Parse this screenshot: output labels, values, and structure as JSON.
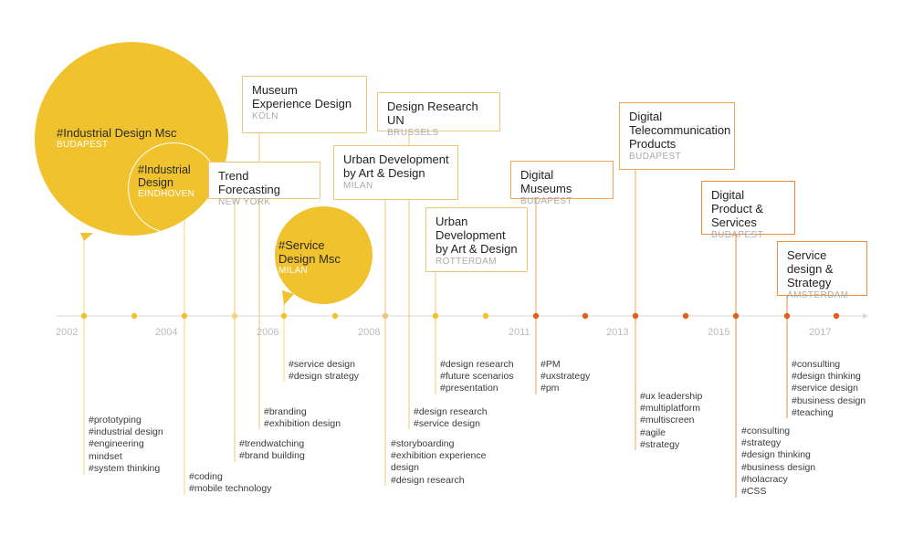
{
  "colors": {
    "yellow": "#F0C22E",
    "yellow_line": "#F5D47A",
    "orange_light": "#F0C47A",
    "orange_mid": "#F0A45A",
    "orange": "#EE8A3A",
    "orange_dark": "#E2601E",
    "axis": "#d8d8d8"
  },
  "years": [
    "2002",
    "2004",
    "2006",
    "2008",
    "2011",
    "2013",
    "2015",
    "2017"
  ],
  "bubbles": [
    {
      "title": "#Industrial Design Msc",
      "place": "BUDAPEST"
    },
    {
      "title": "#Industrial Design",
      "place": "EINDHOVEN"
    },
    {
      "title": "#Service Design Msc",
      "place": "MILAN"
    }
  ],
  "cards": [
    {
      "title": "Museum Experience Design",
      "place": "KÖLN"
    },
    {
      "title": "Design Research UN",
      "place": "BRUSSELS"
    },
    {
      "title": "Trend Forecasting",
      "place": "NEW YORK"
    },
    {
      "title": "Urban Development by Art & Design",
      "place": "MILAN"
    },
    {
      "title": "Urban Development by Art & Design",
      "place": "ROTTERDAM"
    },
    {
      "title": "Digital Museums",
      "place": "BUDAPEST"
    },
    {
      "title": "Digital Telecommunication Products",
      "place": "BUDAPEST"
    },
    {
      "title": "Digital Product & Services",
      "place": "BUDAPEST"
    },
    {
      "title": "Service design & Strategy",
      "place": "AMSTERDAM"
    }
  ],
  "tag_groups": [
    {
      "lines": [
        "#prototyping",
        "#industrial design",
        "#engineering",
        "mindset",
        "#system thinking"
      ]
    },
    {
      "lines": [
        "#coding",
        "#mobile technology"
      ]
    },
    {
      "lines": [
        "#trendwatching",
        "#brand building"
      ]
    },
    {
      "lines": [
        "#branding",
        "#exhibition design"
      ]
    },
    {
      "lines": [
        "#service design",
        "#design strategy"
      ]
    },
    {
      "lines": [
        "#storyboarding",
        "#exhibition experience",
        "design",
        "#design research"
      ]
    },
    {
      "lines": [
        "#design research",
        "#service design"
      ]
    },
    {
      "lines": [
        "#design research",
        "#future scenarios",
        "#presentation"
      ]
    },
    {
      "lines": [
        "#PM",
        "#uxstrategy",
        "#pm"
      ]
    },
    {
      "lines": [
        "#ux leadership",
        "#multiplatform",
        "#multiscreen",
        "#agile",
        "#strategy"
      ]
    },
    {
      "lines": [
        "#consulting",
        "#strategy",
        "#design thinking",
        "#business design",
        "#holacracy",
        "#CSS"
      ]
    },
    {
      "lines": [
        "#consulting",
        "#design thinking",
        "#service design",
        "#business design",
        "#teaching"
      ]
    }
  ]
}
